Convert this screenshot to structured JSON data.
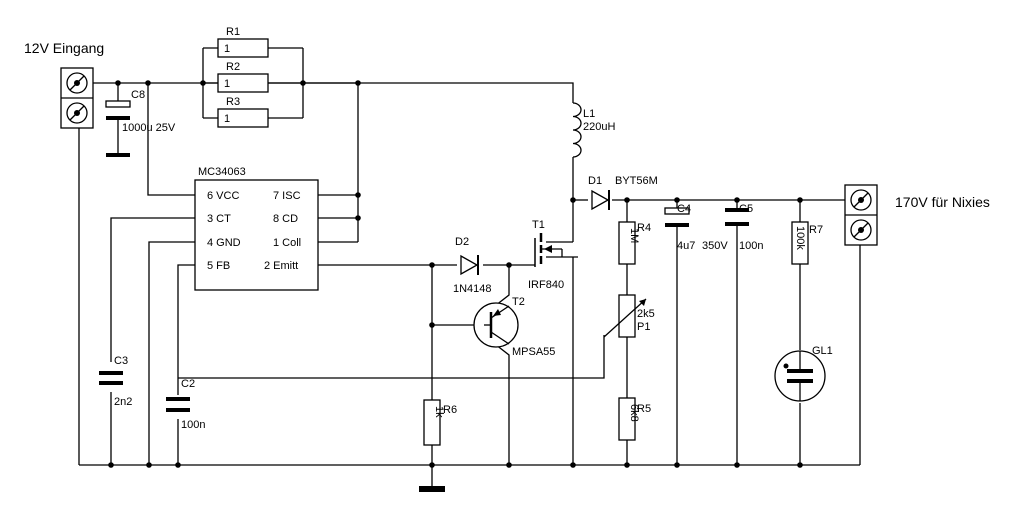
{
  "power_input_label": "12V Eingang",
  "power_output_label": "170V für Nixies",
  "ic": {
    "name": "MC34063",
    "pin_vcc": "6 VCC",
    "pin_isc": "7 ISC",
    "pin_ct": "3 CT",
    "pin_cd": "8 CD",
    "pin_gnd": "4 GND",
    "pin_coll": "1 Coll",
    "pin_fb": "5 FB",
    "pin_emitt": "2 Emitt"
  },
  "components": {
    "r1": {
      "ref": "R1",
      "value": "1"
    },
    "r2": {
      "ref": "R2",
      "value": "1"
    },
    "r3": {
      "ref": "R3",
      "value": "1"
    },
    "c8": {
      "ref": "C8",
      "value": "1000u 25V"
    },
    "l1": {
      "ref": "L1",
      "value": "220uH"
    },
    "d1": {
      "ref": "D1",
      "value": "BYT56M"
    },
    "d2": {
      "ref": "D2",
      "value": "1N4148"
    },
    "t1": {
      "ref": "T1",
      "value": "IRF840"
    },
    "t2": {
      "ref": "T2",
      "value": "MPSA55"
    },
    "r4": {
      "ref": "R4",
      "value": "1M"
    },
    "p1": {
      "ref": "P1",
      "value": "2k5"
    },
    "r5": {
      "ref": "R5",
      "value": "6k8"
    },
    "r6": {
      "ref": "R6",
      "value": "1k"
    },
    "c4": {
      "ref": "C4",
      "value": "4u7"
    },
    "c4_voltage": "350V",
    "c5": {
      "ref": "C5",
      "value": "100n"
    },
    "r7": {
      "ref": "R7",
      "value": "100k"
    },
    "gl1": {
      "ref": "GL1"
    },
    "c3": {
      "ref": "C3",
      "value": "2n2"
    },
    "c2": {
      "ref": "C2",
      "value": "100n"
    }
  }
}
